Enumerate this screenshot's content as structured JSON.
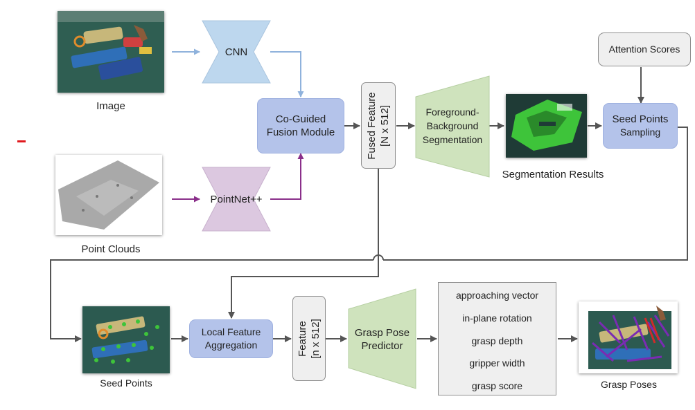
{
  "inputs": {
    "image_label": "Image",
    "point_clouds_label": "Point Clouds"
  },
  "encoders": {
    "cnn": "CNN",
    "pointnet": "PointNet++"
  },
  "fusion": {
    "line1": "Co-Guided",
    "line2": "Fusion Module"
  },
  "fused_feature": {
    "line1": "Fused Feature",
    "line2": "[N x 512]"
  },
  "segmentation_module": {
    "line1": "Foreground-",
    "line2": "Background",
    "line3": "Segmentation"
  },
  "segmentation_results_label": "Segmentation Results",
  "attention_scores": "Attention Scores",
  "seed_sampling": {
    "line1": "Seed Points",
    "line2": "Sampling"
  },
  "seed_points_label": "Seed Points",
  "local_feature": {
    "line1": "Local Feature",
    "line2": "Aggregation"
  },
  "feature": {
    "line1": "Feature",
    "line2": "[n x 512]"
  },
  "grasp_predictor": {
    "line1": "Grasp Pose",
    "line2": "Predictor"
  },
  "outputs": [
    "approaching vector",
    "in-plane rotation",
    "grasp depth",
    "gripper width",
    "grasp score"
  ],
  "grasp_poses_label": "Grasp Poses",
  "colors": {
    "rgb_arrow": "#8fb2dc",
    "point_arrow": "#8a2f8a",
    "dark_arrow": "#555555",
    "encoder_cnn": "#bdd7ee",
    "encoder_pointnet": "#dcc8e0",
    "green_module": "#cfe3bd",
    "blue_module": "#b4c3ea",
    "segmentation_green": "#3ec43a"
  }
}
